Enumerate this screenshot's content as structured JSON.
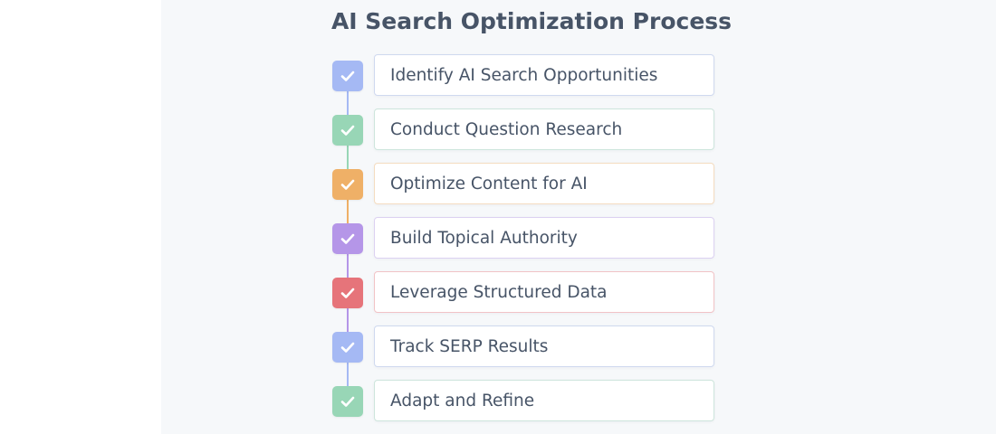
{
  "title": "AI Search Optimization Process",
  "steps": [
    {
      "label": "Identify AI Search Opportunities",
      "color": "#a5b9f4",
      "border": "#cfd9ef",
      "line": "#a5b9f4",
      "icon": "check-icon"
    },
    {
      "label": "Conduct Question Research",
      "color": "#98d6b6",
      "border": "#cde5dc",
      "line": "#98d6b6",
      "icon": "check-icon"
    },
    {
      "label": "Optimize Content for AI",
      "color": "#efb067",
      "border": "#f4dcc0",
      "line": "#efb067",
      "icon": "check-icon"
    },
    {
      "label": "Build Topical Authority",
      "color": "#b596e8",
      "border": "#dcd1f1",
      "line": "#b596e8",
      "icon": "check-icon"
    },
    {
      "label": "Leverage Structured Data",
      "color": "#e6747a",
      "border": "#f1c3c6",
      "line": "#b596e8",
      "icon": "check-icon"
    },
    {
      "label": "Track SERP Results",
      "color": "#a5b9f4",
      "border": "#cfd9ef",
      "line": "#a5b9f4",
      "icon": "check-icon"
    },
    {
      "label": "Adapt and Refine",
      "color": "#98d6b6",
      "border": "#cde5dc",
      "line": "",
      "icon": "check-icon"
    }
  ]
}
